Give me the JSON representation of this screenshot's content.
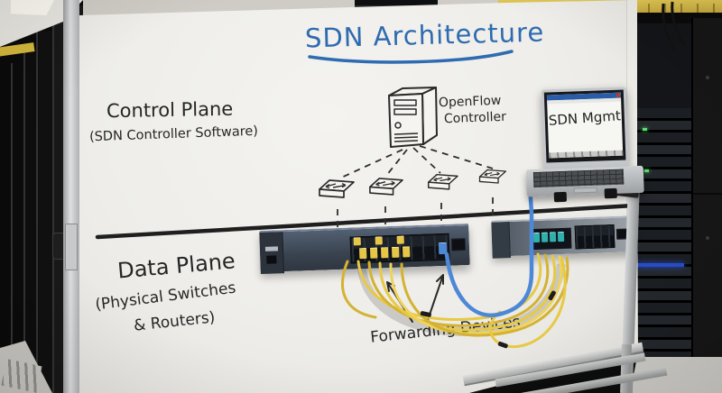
{
  "whiteboard": {
    "title": "SDN Architecture",
    "control_plane": {
      "heading": "Control Plane",
      "subheading": "(SDN Controller Software)"
    },
    "controller": {
      "label_line1": "OpenFlow",
      "label_line2": "Controller"
    },
    "data_plane": {
      "heading": "Data Plane",
      "subheading_line1": "(Physical Switches",
      "subheading_line2": "& Routers)"
    },
    "forwarding_devices_label": "Forwarding Devices"
  },
  "laptop": {
    "screen_text": "SDN Mgmt"
  },
  "icons": {
    "controller": "tower-pc-icon",
    "forwarding_node": "switch-box-icon"
  },
  "colors": {
    "marker_blue": "#2e6bb0",
    "marker_black": "#262626",
    "cable_yellow": "#e8c944",
    "cable_yellow_dark": "#d4b232",
    "cable_blue": "#4d88d6",
    "switch_dark_chassis": "#3e4a5a",
    "switch_light_chassis": "#939aa1",
    "whiteboard": "#f1f0ec"
  }
}
